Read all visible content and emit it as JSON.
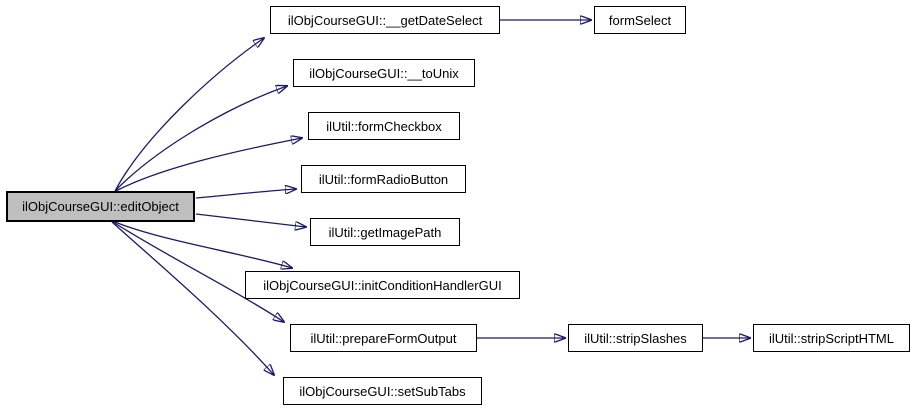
{
  "diagram": {
    "type": "call-graph",
    "edge_color": "#191970",
    "node_fill": "#ffffff",
    "node_border": "#000000",
    "highlight_fill": "#bfbfbf",
    "nodes": {
      "edit_object": {
        "label": "ilObjCourseGUI::editObject",
        "highlighted": true
      },
      "get_date_select": {
        "label": "ilObjCourseGUI::__getDateSelect"
      },
      "form_select": {
        "label": "formSelect"
      },
      "to_unix": {
        "label": "ilObjCourseGUI::__toUnix"
      },
      "form_checkbox": {
        "label": "ilUtil::formCheckbox"
      },
      "form_radio_button": {
        "label": "ilUtil::formRadioButton"
      },
      "get_image_path": {
        "label": "ilUtil::getImagePath"
      },
      "init_condition_handler_gui": {
        "label": "ilObjCourseGUI::initConditionHandlerGUI"
      },
      "prepare_form_output": {
        "label": "ilUtil::prepareFormOutput"
      },
      "strip_slashes": {
        "label": "ilUtil::stripSlashes"
      },
      "strip_script_html": {
        "label": "ilUtil::stripScriptHTML"
      },
      "set_sub_tabs": {
        "label": "ilObjCourseGUI::setSubTabs"
      }
    },
    "edges": [
      {
        "from": "ilObjCourseGUI::editObject",
        "to": "ilObjCourseGUI::__getDateSelect"
      },
      {
        "from": "ilObjCourseGUI::editObject",
        "to": "ilObjCourseGUI::__toUnix"
      },
      {
        "from": "ilObjCourseGUI::editObject",
        "to": "ilUtil::formCheckbox"
      },
      {
        "from": "ilObjCourseGUI::editObject",
        "to": "ilUtil::formRadioButton"
      },
      {
        "from": "ilObjCourseGUI::editObject",
        "to": "ilUtil::getImagePath"
      },
      {
        "from": "ilObjCourseGUI::editObject",
        "to": "ilObjCourseGUI::initConditionHandlerGUI"
      },
      {
        "from": "ilObjCourseGUI::editObject",
        "to": "ilUtil::prepareFormOutput"
      },
      {
        "from": "ilObjCourseGUI::editObject",
        "to": "ilObjCourseGUI::setSubTabs"
      },
      {
        "from": "ilObjCourseGUI::__getDateSelect",
        "to": "formSelect"
      },
      {
        "from": "ilUtil::prepareFormOutput",
        "to": "ilUtil::stripSlashes"
      },
      {
        "from": "ilUtil::stripSlashes",
        "to": "ilUtil::stripScriptHTML"
      }
    ]
  }
}
